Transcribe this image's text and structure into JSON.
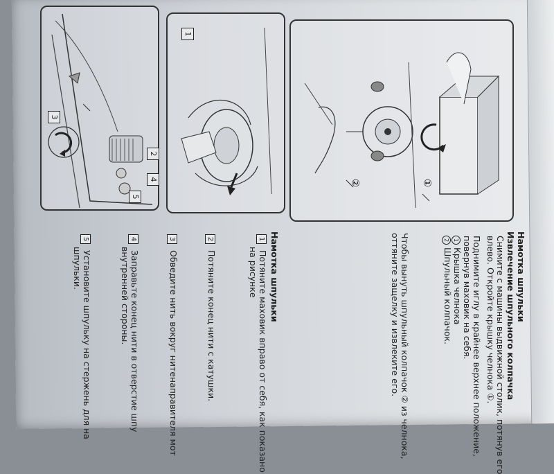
{
  "doc": {
    "section_title": "Намотка шпульки",
    "subsection_title": "Извлечение шпульного колпачка",
    "intro_lines": [
      "Снимите с машины выдвижной столик, потянув его",
      "влево. Откройте крышку челнока ①."
    ],
    "raise_lines": [
      "Поднимите иглу в крайнее верхнее положение,",
      "повернув маховик на себя."
    ],
    "legend": [
      {
        "num": "1",
        "text": "Крышка челнока"
      },
      {
        "num": "2",
        "text": "Шпульный колпачок."
      }
    ],
    "remove_lines": [
      "Чтобы вынуть шпульный колпачок ② из челнока,",
      "оттяните защелку и извлеките его."
    ],
    "winding_title": "Намотка шпульки",
    "steps": [
      {
        "num": "1",
        "text": "Потяните маховик вправо от себя, как показано",
        "cont": "на рисунке"
      },
      {
        "num": "2",
        "text": "Потяните конец нити с катушки.",
        "cont": ""
      },
      {
        "num": "3",
        "text": "Обведите нить вокруг нитенаправителя мот",
        "cont": ""
      },
      {
        "num": "4",
        "text": "Заправьте конец нити в отверстие шпу",
        "cont": "внутренней стороны."
      },
      {
        "num": "5",
        "text": "Установите шпульку на стержень для на",
        "cont": "шпульки."
      }
    ],
    "figure_labels": {
      "fig_step1": "1",
      "fig_step2": "2",
      "fig_step3": "3",
      "fig_step4": "4",
      "fig_step5": "5",
      "callout1": "①",
      "callout2": "②"
    }
  }
}
